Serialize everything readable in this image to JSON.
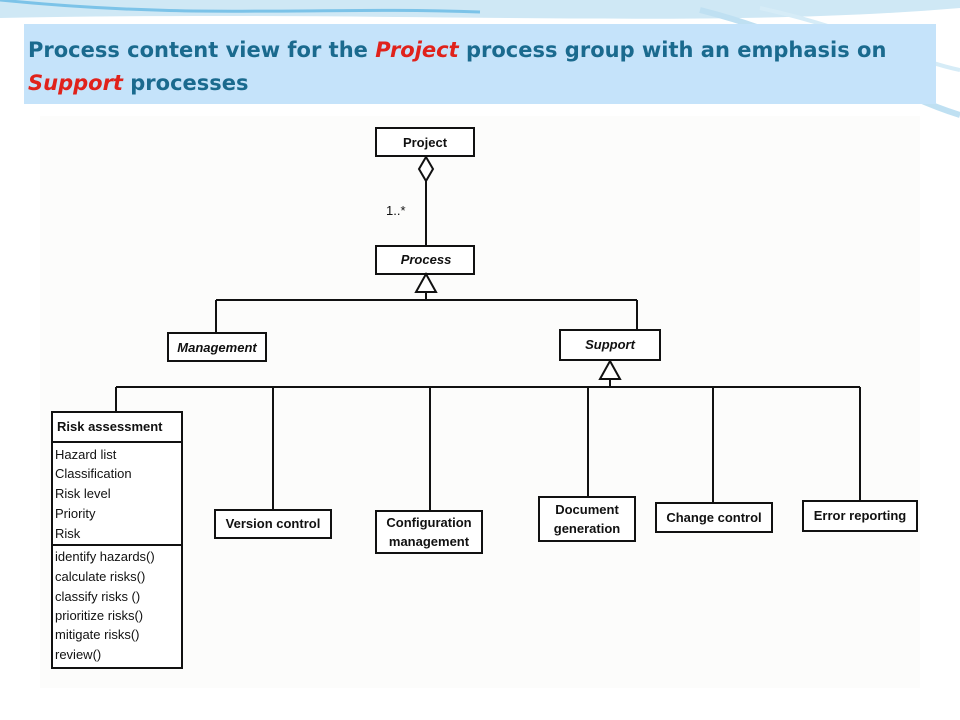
{
  "slide": {
    "title_part1": "Process content view for the ",
    "title_em1": "Project",
    "title_part2": " process group with an emphasis on ",
    "title_em2": "Support",
    "title_part3": " processes"
  },
  "diagram": {
    "project": "Project",
    "multiplicity": "1..*",
    "process": "Process",
    "management": "Management",
    "support": "Support",
    "risk_assessment": {
      "name": "Risk assessment",
      "attributes": [
        "Hazard list",
        "Classification",
        "Risk level",
        "Priority",
        "Risk"
      ],
      "operations": [
        "identify hazards()",
        "calculate risks()",
        "classify risks ()",
        "prioritize risks()",
        "mitigate risks()",
        "review()"
      ]
    },
    "version_control": "Version control",
    "configuration_management": [
      "Configuration",
      "management"
    ],
    "document_generation": [
      "Document",
      "generation"
    ],
    "change_control": "Change control",
    "error_reporting": "Error reporting"
  }
}
